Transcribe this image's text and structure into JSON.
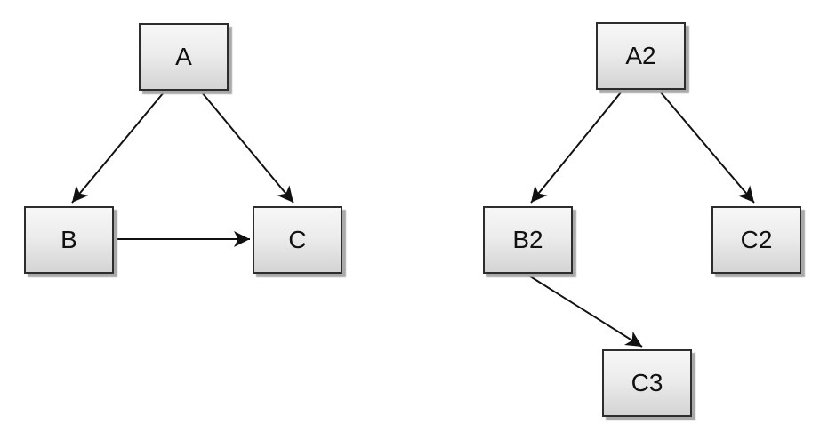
{
  "diagram_left": {
    "nodes": [
      {
        "id": "A",
        "label": "A"
      },
      {
        "id": "B",
        "label": "B"
      },
      {
        "id": "C",
        "label": "C"
      }
    ],
    "edges": [
      {
        "from": "A",
        "to": "B"
      },
      {
        "from": "A",
        "to": "C"
      },
      {
        "from": "B",
        "to": "C"
      }
    ]
  },
  "diagram_right": {
    "nodes": [
      {
        "id": "A2",
        "label": "A2"
      },
      {
        "id": "B2",
        "label": "B2"
      },
      {
        "id": "C2",
        "label": "C2"
      },
      {
        "id": "C3",
        "label": "C3"
      }
    ],
    "edges": [
      {
        "from": "A2",
        "to": "B2"
      },
      {
        "from": "A2",
        "to": "C2"
      },
      {
        "from": "B2",
        "to": "C3"
      }
    ]
  },
  "colors": {
    "background": "#ffffff",
    "node_fill_top": "#f7f7f7",
    "node_fill_bottom": "#d4d4d4",
    "node_border": "#2d2d2d",
    "node_shadow": "#a9a9a9",
    "edge": "#111111",
    "label": "#111111"
  }
}
